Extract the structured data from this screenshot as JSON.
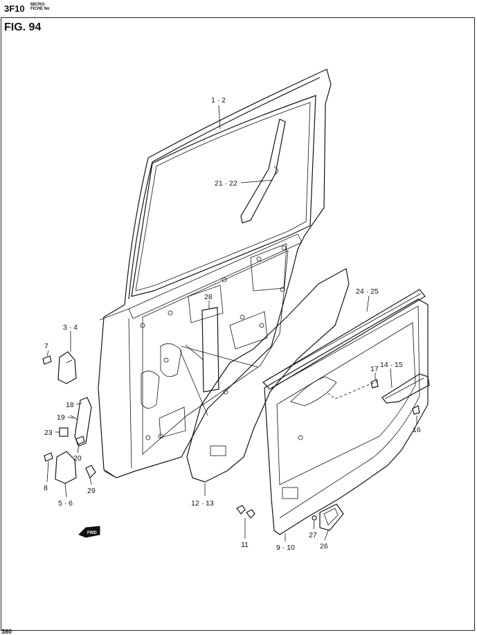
{
  "header": {
    "code": "3F10",
    "micro_line1": "MICRO-",
    "micro_line2": "FICHE No"
  },
  "figure": {
    "title": "FIG.  94"
  },
  "callouts": {
    "c1_2": "1 · 2",
    "c3_4": "3 · 4",
    "c5_6": "5 · 6",
    "c7": "7",
    "c8": "8",
    "c9_10": "9 · 10",
    "c11": "11",
    "c12_13": "12 · 13",
    "c14_15": "14 · 15",
    "c16": "16",
    "c17": "17",
    "c18": "18",
    "c19": "19",
    "c20": "20",
    "c21_22": "21 · 22",
    "c23": "23",
    "c24_25": "24 · 25",
    "c26": "26",
    "c27": "27",
    "c28": "28",
    "c29": "29"
  },
  "direction_marker": "FWD",
  "footer": {
    "page_fragment": "380"
  }
}
